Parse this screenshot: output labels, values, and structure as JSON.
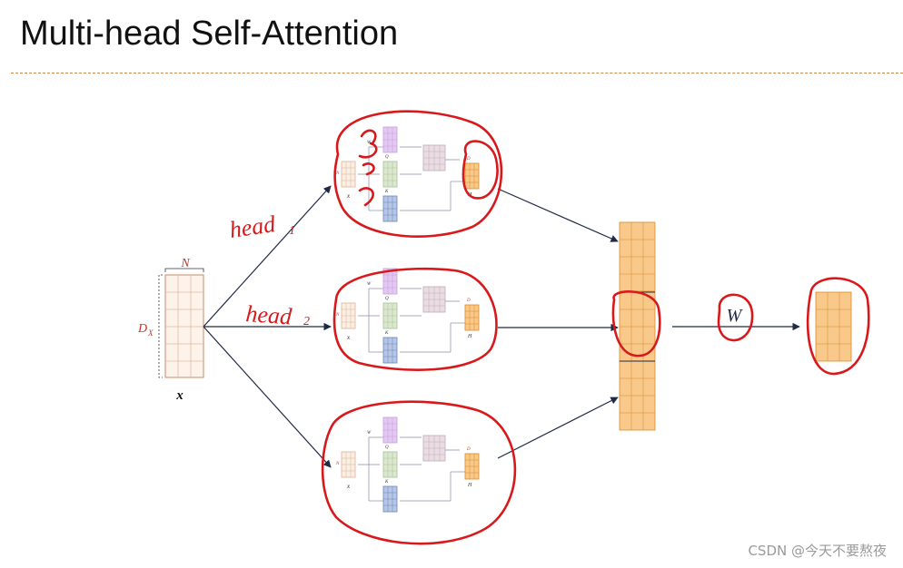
{
  "slide": {
    "title": "Multi-head Self-Attention"
  },
  "input_matrix": {
    "label": "x",
    "width_label": "N",
    "height_label": "D",
    "height_subscript": "X"
  },
  "heads": [
    {
      "annotation": "head",
      "annotation_sub": "1"
    },
    {
      "annotation": "head",
      "annotation_sub": "2"
    },
    {
      "annotation": "",
      "annotation_sub": ""
    }
  ],
  "mini_head": {
    "x_label": "x",
    "n_label": "N",
    "d_label": "D",
    "q_label": "Q",
    "k_label": "K",
    "h_label": "H",
    "w_label": "W"
  },
  "output": {
    "weight_label": "W"
  },
  "watermark": "CSDN @今天不要熬夜",
  "colors": {
    "ink": "#1f2a44",
    "red": "#d8191c",
    "orange_fill": "#f8c98a",
    "orange_stroke": "#d98a2a",
    "input_stroke": "#c98a6a",
    "dash": "#c8884a"
  }
}
